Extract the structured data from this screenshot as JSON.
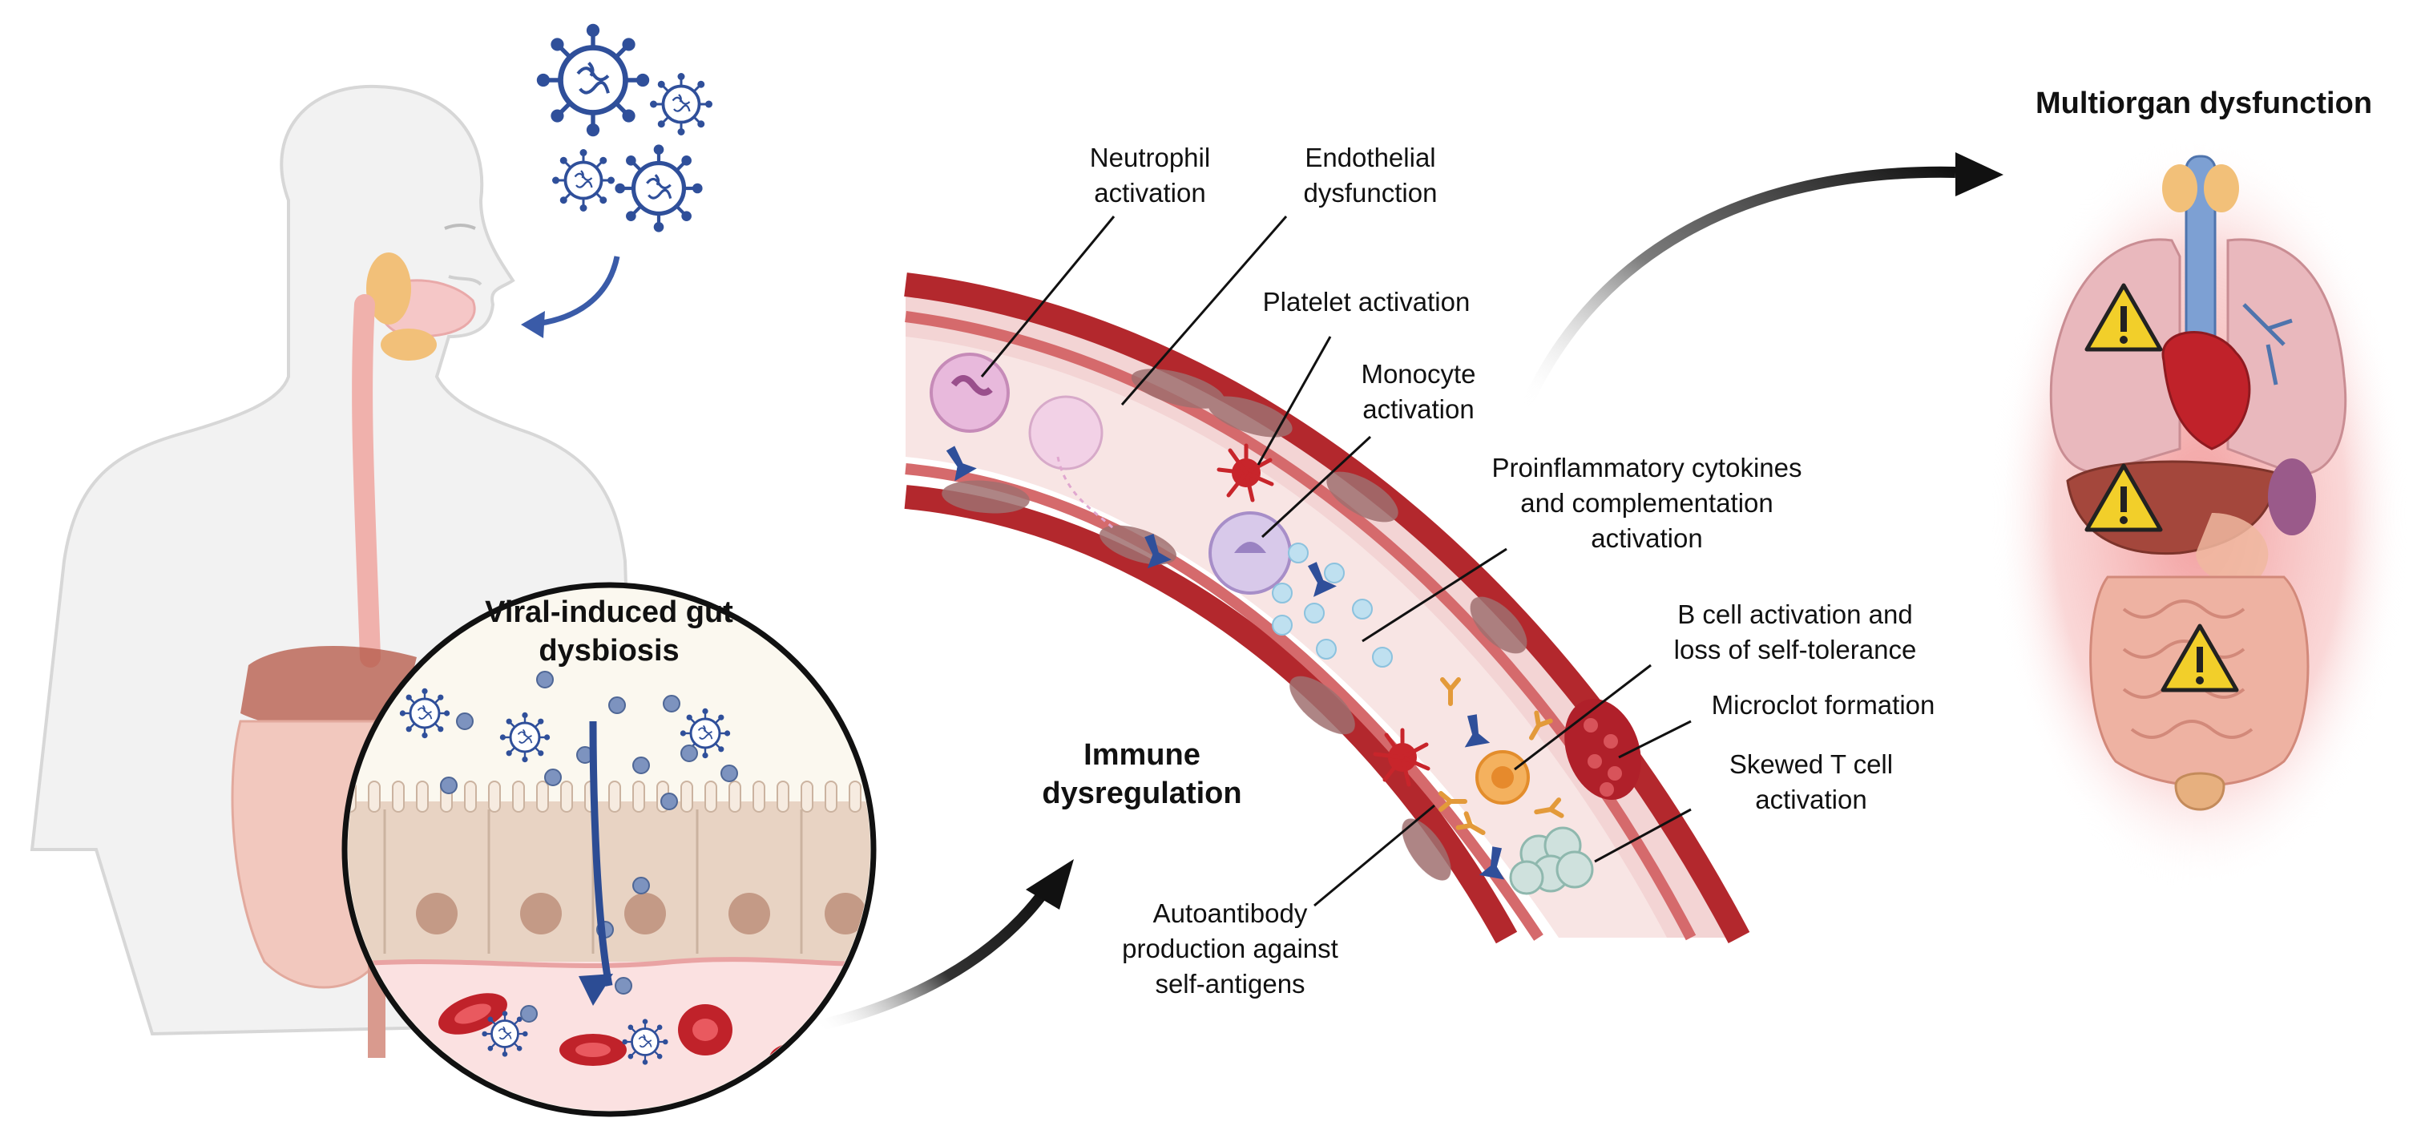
{
  "gut": {
    "title_line1": "Viral-induced gut",
    "title_line2": "dysbiosis"
  },
  "immune": {
    "title_line1": "Immune",
    "title_line2": "dysregulation"
  },
  "organs": {
    "title": "Multiorgan dysfunction"
  },
  "labels": {
    "neutrophil": [
      "Neutrophil",
      "activation"
    ],
    "endothelial": [
      "Endothelial",
      "dysfunction"
    ],
    "platelet": [
      "Platelet activation"
    ],
    "monocyte": [
      "Monocyte",
      "activation"
    ],
    "cytokines": [
      "Proinflammatory cytokines",
      "and complementation",
      "activation"
    ],
    "bcell": [
      "B cell activation and",
      "loss of self-tolerance"
    ],
    "microclot": [
      "Microclot formation"
    ],
    "tcell": [
      "Skewed T cell",
      "activation"
    ],
    "autoantibody": [
      "Autoantibody",
      "production against",
      "self-antigens"
    ]
  },
  "colors": {
    "vessel_wall": "#b3282d",
    "vessel_lumen": "#f7dede",
    "virus": "#2f4f9a",
    "warning": "#f2cf2a",
    "organ_glow": "#f4a3a3",
    "arrow": "#1f1f1f"
  },
  "icons": [
    "virus-icon",
    "warning-icon",
    "human-body-icon",
    "blood-vessel-icon",
    "neutrophil-icon",
    "platelet-icon",
    "monocyte-icon",
    "antibody-icon",
    "b-cell-icon",
    "t-cell-icon",
    "red-blood-cell-icon"
  ]
}
